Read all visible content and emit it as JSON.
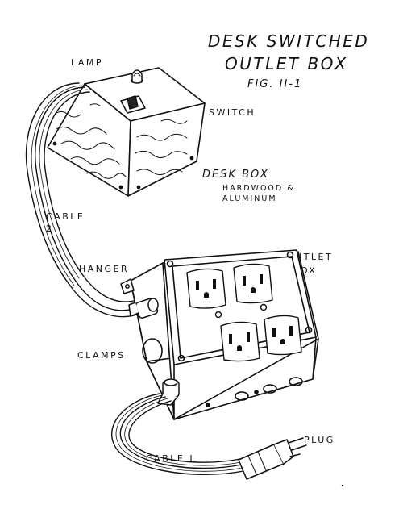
{
  "title": {
    "line1": "DESK SWITCHED",
    "line2": "OUTLET BOX",
    "fig": "FIG. II-1"
  },
  "labels": {
    "lamp": "LAMP",
    "switch": "SWITCH",
    "desk_box": "DESK BOX",
    "desk_box_material_1": "HARDWOOD &",
    "desk_box_material_2": "ALUMINUM",
    "cable2_line1": "CABLE",
    "cable2_line2": "2",
    "outlet_box_line1": "OUTLET",
    "outlet_box_line2": "BOX",
    "hanger": "HANGER",
    "clamps": "CLAMPS",
    "cable1": "CABLE I",
    "plug": "PLUG"
  },
  "colors": {
    "ink": "#111111",
    "paper": "#ffffff"
  }
}
